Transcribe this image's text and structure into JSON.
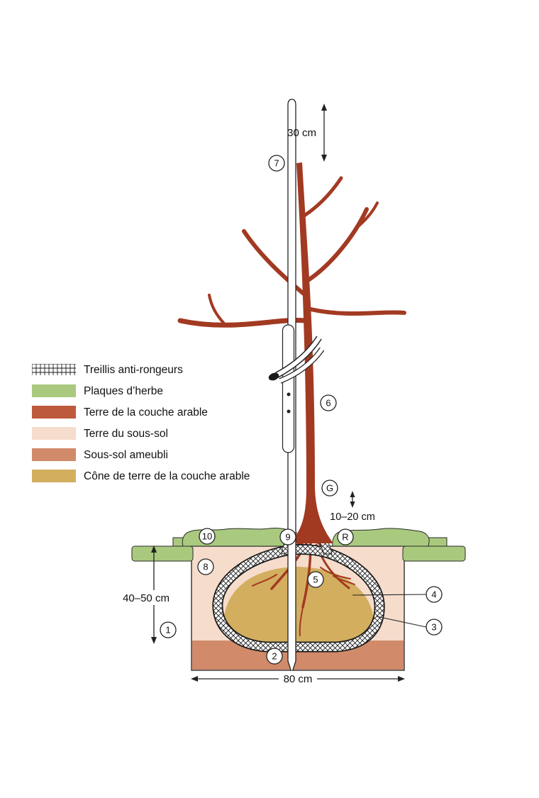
{
  "legend": {
    "items": [
      {
        "id": "mesh",
        "label": "Treillis anti-rongeurs"
      },
      {
        "id": "grass",
        "label": "Plaques d’herbe"
      },
      {
        "id": "topsoil",
        "label": "Terre de la couche arable"
      },
      {
        "id": "subsoil",
        "label": "Terre du sous-sol"
      },
      {
        "id": "loosened",
        "label": "Sous-sol ameubli"
      },
      {
        "id": "cone",
        "label": "Cône de terre de la couche arable"
      }
    ]
  },
  "measurements": {
    "stake_height": "30 cm",
    "collar_depth": "10–20 cm",
    "pit_depth": "40–50 cm",
    "pit_width": "80 cm"
  },
  "markers": {
    "m1": "1",
    "m2": "2",
    "m3": "3",
    "m4": "4",
    "m5": "5",
    "m6": "6",
    "m7": "7",
    "m8": "8",
    "m9": "9",
    "m10": "10",
    "mG": "G",
    "mR": "R"
  },
  "colors": {
    "grass": "#a9ca7e",
    "topsoil": "#bd5a3b",
    "subsoil": "#f5dccb",
    "loosened": "#d18a6a",
    "cone": "#d3ae5f",
    "tree": "#a23a22"
  }
}
